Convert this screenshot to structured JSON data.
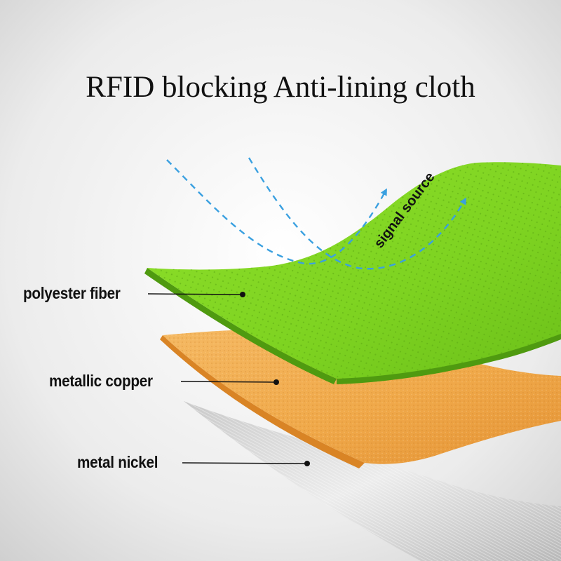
{
  "title": "RFID blocking Anti-lining cloth",
  "signal_label": "signal source",
  "layers": [
    {
      "label": "polyester fiber",
      "color": "#7ed321"
    },
    {
      "label": "metallic copper",
      "color": "#f0a94a"
    },
    {
      "label": "metal nickel",
      "color": "#d8d8d8"
    }
  ],
  "colors": {
    "background": "#ececec",
    "arrow": "#3aa0e0",
    "polyester": "#7ed321",
    "copper": "#f0a94a",
    "nickel": "#d8d8d8"
  }
}
